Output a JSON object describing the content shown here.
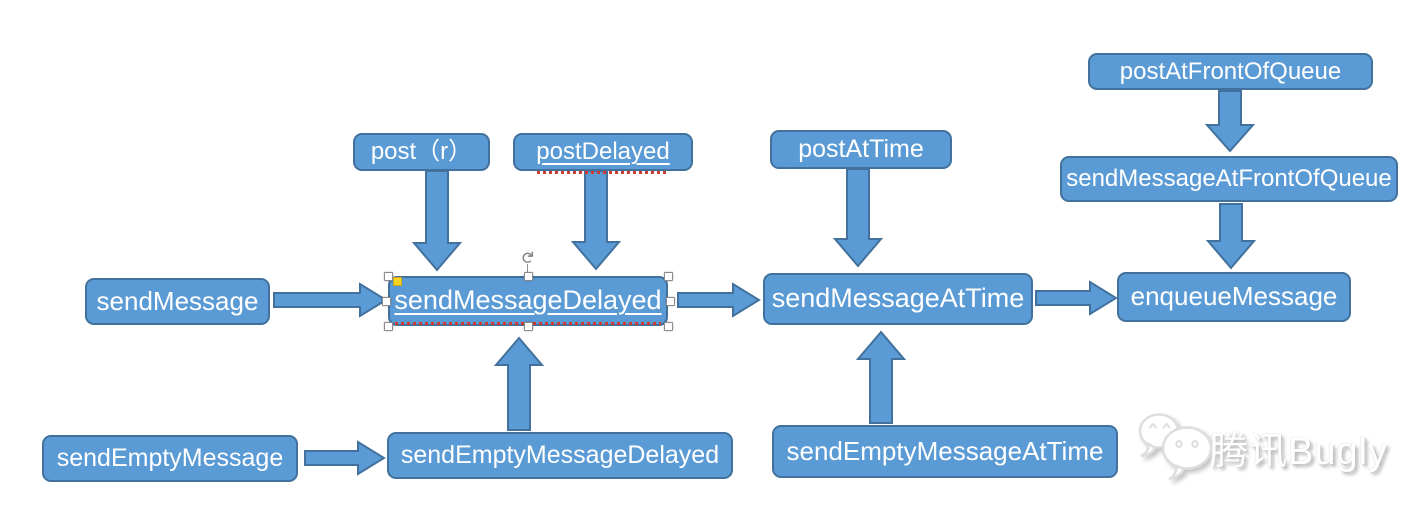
{
  "diagram": {
    "description": "Android Handler message sending API flowchart converging to enqueueMessage",
    "nodes": {
      "post_r": {
        "label": "post（r）"
      },
      "post_delayed": {
        "label": "postDelayed"
      },
      "post_at_time": {
        "label": "postAtTime"
      },
      "post_at_front_of_queue": {
        "label": "postAtFrontOfQueue"
      },
      "send_message_at_front_of_queue": {
        "label": "sendMessageAtFrontOfQueue"
      },
      "send_message": {
        "label": "sendMessage"
      },
      "send_message_delayed": {
        "label": "sendMessageDelayed"
      },
      "send_message_at_time": {
        "label": "sendMessageAtTime"
      },
      "enqueue_message": {
        "label": "enqueueMessage"
      },
      "send_empty_message": {
        "label": "sendEmptyMessage"
      },
      "send_empty_message_delayed": {
        "label": "sendEmptyMessageDelayed"
      },
      "send_empty_message_at_time": {
        "label": "sendEmptyMessageAtTime"
      }
    },
    "edges": [
      {
        "from": "post_r",
        "to": "send_message_delayed",
        "direction": "down"
      },
      {
        "from": "post_delayed",
        "to": "send_message_delayed",
        "direction": "down"
      },
      {
        "from": "post_at_time",
        "to": "send_message_at_time",
        "direction": "down"
      },
      {
        "from": "post_at_front_of_queue",
        "to": "send_message_at_front_of_queue",
        "direction": "down"
      },
      {
        "from": "send_message_at_front_of_queue",
        "to": "enqueue_message",
        "direction": "down"
      },
      {
        "from": "send_message",
        "to": "send_message_delayed",
        "direction": "right"
      },
      {
        "from": "send_message_delayed",
        "to": "send_message_at_time",
        "direction": "right"
      },
      {
        "from": "send_message_at_time",
        "to": "enqueue_message",
        "direction": "right"
      },
      {
        "from": "send_empty_message",
        "to": "send_empty_message_delayed",
        "direction": "right"
      },
      {
        "from": "send_empty_message_delayed",
        "to": "send_message_delayed",
        "direction": "up"
      },
      {
        "from": "send_empty_message_at_time",
        "to": "send_message_at_time",
        "direction": "up"
      }
    ],
    "selection": {
      "selected_node": "send_message_delayed",
      "handle_count": 8,
      "has_rotate_handle": true,
      "has_adjust_handle": true
    },
    "misspelled_labels": [
      "postDelayed",
      "sendMessageDelayed"
    ]
  },
  "watermark": {
    "text": "腾讯Bugly",
    "logo_icon": "wechat-chat-bubbles-icon"
  },
  "colors": {
    "shape_fill": "#5b9bd5",
    "shape_border": "#41719c",
    "shape_text": "#ffffff",
    "spellcheck_squiggle": "#cf3a31",
    "selection_handle_fill": "#ffffff",
    "selection_handle_border": "#8c8c8c",
    "adjust_handle_fill": "#ffd41f",
    "background": "#ffffff",
    "watermark_shadow": "#b8b8b8"
  }
}
